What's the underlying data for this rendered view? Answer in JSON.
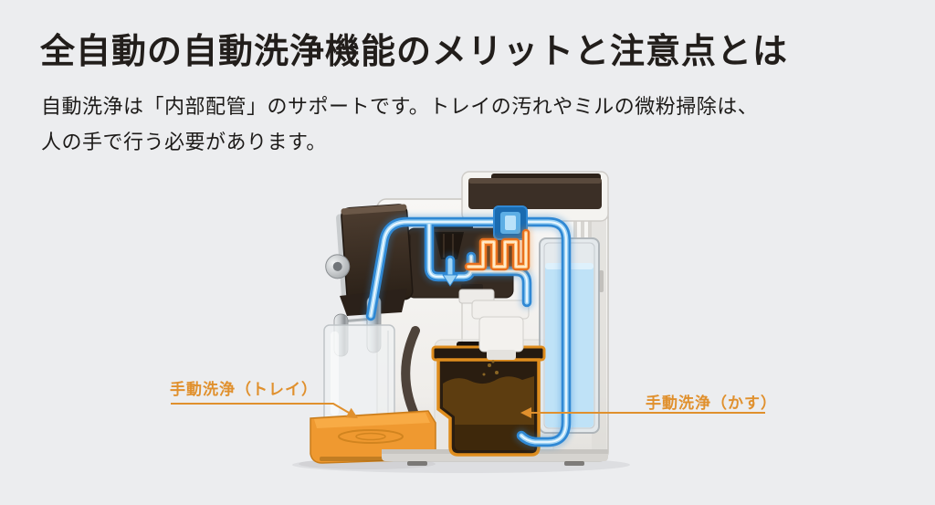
{
  "page": {
    "bg_color": "#ecedef",
    "title": "全自動の自動洗浄機能のメリットと注意点とは",
    "subtitle_lines": [
      "自動洗浄は「内部配管」のサポートです。トレイの汚れやミルの微粉掃除は、",
      "人の手で行う必要があります。"
    ]
  },
  "annotations": {
    "accent_color": "#e0902d",
    "tray_label": "手動洗浄（トレイ）",
    "grounds_label": "手動洗浄（かす）"
  },
  "illustration": {
    "description": "全自動コーヒーマシンの断面図（内部配管の自動洗浄）",
    "pipe_color": "#2f88d4",
    "pipe_core_color": "#9fd4f5",
    "heater_color": "#e8701e",
    "water_color": "#bfe2f7",
    "grounds_color": "#5d3d10",
    "tray_color": "#ef9930",
    "body_color": "#f3f2ef",
    "trim_color": "#3b2f26"
  }
}
